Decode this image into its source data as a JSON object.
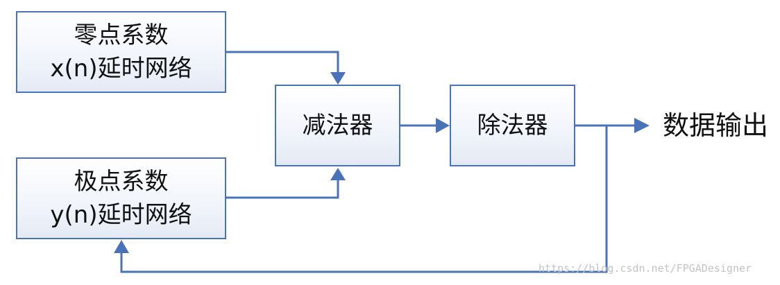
{
  "blocks": {
    "zero": {
      "line1": "零点系数",
      "line2": "x(n)延时网络"
    },
    "pole": {
      "line1": "极点系数",
      "line2": "y(n)延时网络"
    },
    "subtractor": {
      "label": "减法器"
    },
    "divider": {
      "label": "除法器"
    }
  },
  "output": {
    "label": "数据输出"
  },
  "watermark": {
    "text": "https://blog.csdn.net/FPGADesigner"
  },
  "colors": {
    "line": "#4a72b8",
    "border": "#4a72b8"
  }
}
